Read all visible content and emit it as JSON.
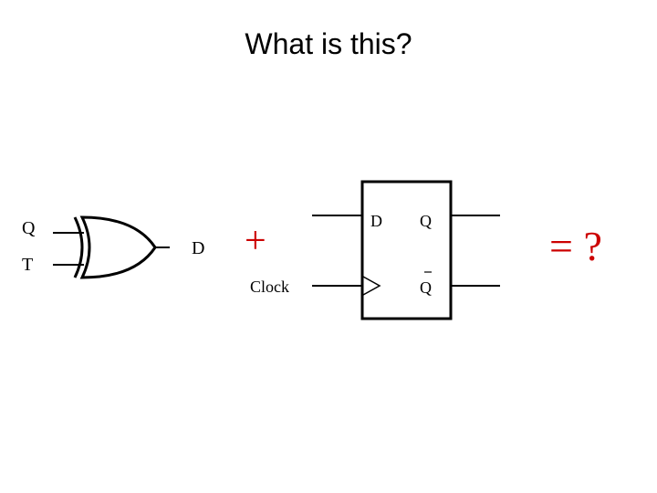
{
  "slide": {
    "title": "What is this?"
  },
  "xor_gate": {
    "input_top": "Q",
    "input_bottom": "T",
    "output": "D"
  },
  "operators": {
    "plus": "+",
    "equals_question": "= ?"
  },
  "clock_label": "Clock",
  "flip_flop": {
    "d_pin": "D",
    "q_pin": "Q",
    "q_bar_pin": "Q",
    "q_bar_overbar": "_"
  },
  "colors": {
    "operator": "#cc0000",
    "line": "#000000"
  }
}
